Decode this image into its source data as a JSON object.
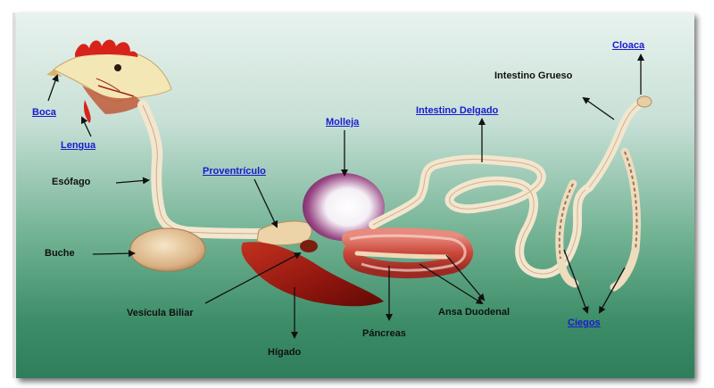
{
  "labels": {
    "boca": "Boca",
    "lengua": "Lengua",
    "esofago": "Esófago",
    "buche": "Buche",
    "proventriculo": "Proventrículo",
    "molleja": "Molleja",
    "intestino_delgado": "Intestino Delgado",
    "intestino_grueso": "Intestino Grueso",
    "cloaca": "Cloaca",
    "vesicula_biliar": "Vesícula Biliar",
    "higado": "Hígado",
    "pancreas": "Páncreas",
    "ansa_duodenal": "Ansa Duodenal",
    "ciegos": "Ciegos"
  },
  "colors": {
    "link": "#1a1ad0",
    "label": "#111111",
    "tract": "#f2e6cf",
    "tract_shadow": "#c79a6e",
    "liver": "#9a1c14",
    "comb": "#d8231a",
    "gizzard_center": "#ffffff",
    "gizzard_edge": "#7a2a6a"
  }
}
